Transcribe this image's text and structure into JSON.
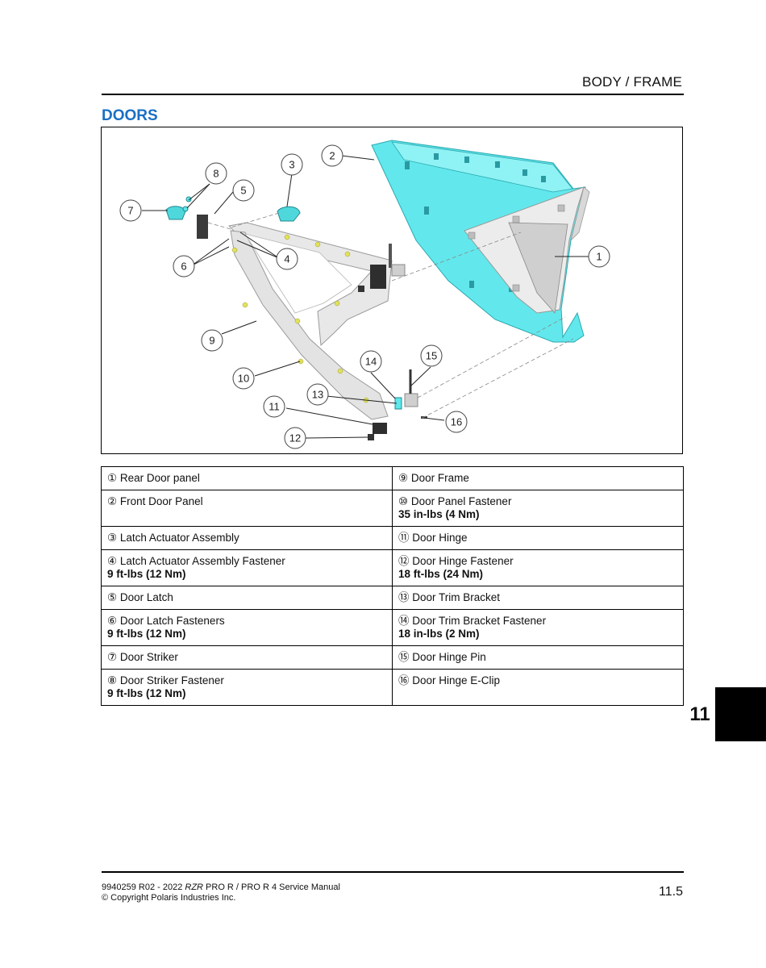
{
  "header": {
    "section": "BODY / FRAME",
    "title": "DOORS"
  },
  "figure": {
    "callouts": [
      "1",
      "2",
      "3",
      "4",
      "5",
      "6",
      "7",
      "8",
      "9",
      "10",
      "11",
      "12",
      "13",
      "14",
      "15",
      "16"
    ]
  },
  "legend": {
    "rows": [
      {
        "left": {
          "num": "①",
          "name": "Rear Door panel",
          "spec": ""
        },
        "right": {
          "num": "⑨",
          "name": "Door Frame",
          "spec": ""
        }
      },
      {
        "left": {
          "num": "②",
          "name": "Front Door Panel",
          "spec": ""
        },
        "right": {
          "num": "⑩",
          "name": "Door Panel Fastener",
          "spec": "35 in-lbs (4 Nm)"
        }
      },
      {
        "left": {
          "num": "③",
          "name": "Latch Actuator Assembly",
          "spec": ""
        },
        "right": {
          "num": "⑪",
          "name": "Door Hinge",
          "spec": ""
        }
      },
      {
        "left": {
          "num": "④",
          "name": "Latch Actuator Assembly Fastener",
          "spec": "9 ft-lbs (12 Nm)"
        },
        "right": {
          "num": "⑫",
          "name": "Door Hinge Fastener",
          "spec": "18 ft-lbs (24 Nm)"
        }
      },
      {
        "left": {
          "num": "⑤",
          "name": "Door Latch",
          "spec": ""
        },
        "right": {
          "num": "⑬",
          "name": "Door Trim Bracket",
          "spec": ""
        }
      },
      {
        "left": {
          "num": "⑥",
          "name": "Door Latch Fasteners",
          "spec": "9 ft-lbs (12 Nm)"
        },
        "right": {
          "num": "⑭",
          "name": "Door Trim Bracket Fastener",
          "spec": "18 in-lbs (2 Nm)"
        }
      },
      {
        "left": {
          "num": "⑦",
          "name": "Door Striker",
          "spec": ""
        },
        "right": {
          "num": "⑮",
          "name": "Door Hinge Pin",
          "spec": ""
        }
      },
      {
        "left": {
          "num": "⑧",
          "name": "Door Striker Fastener",
          "spec": "9 ft-lbs (12 Nm)"
        },
        "right": {
          "num": "⑯",
          "name": "Door Hinge E-Clip",
          "spec": ""
        }
      }
    ]
  },
  "chapter": {
    "number": "11"
  },
  "footer": {
    "doc_prefix": "9940259 R02 - 2022 ",
    "doc_model": "RZR",
    "doc_suffix": " PRO R / PRO R 4 Service Manual",
    "copyright": "© Copyright Polaris Industries Inc.",
    "page_number": "11.5"
  },
  "colors": {
    "heading": "#1a6fc4",
    "panel": "#5ee8ec",
    "frame": "#e6e6e6"
  }
}
